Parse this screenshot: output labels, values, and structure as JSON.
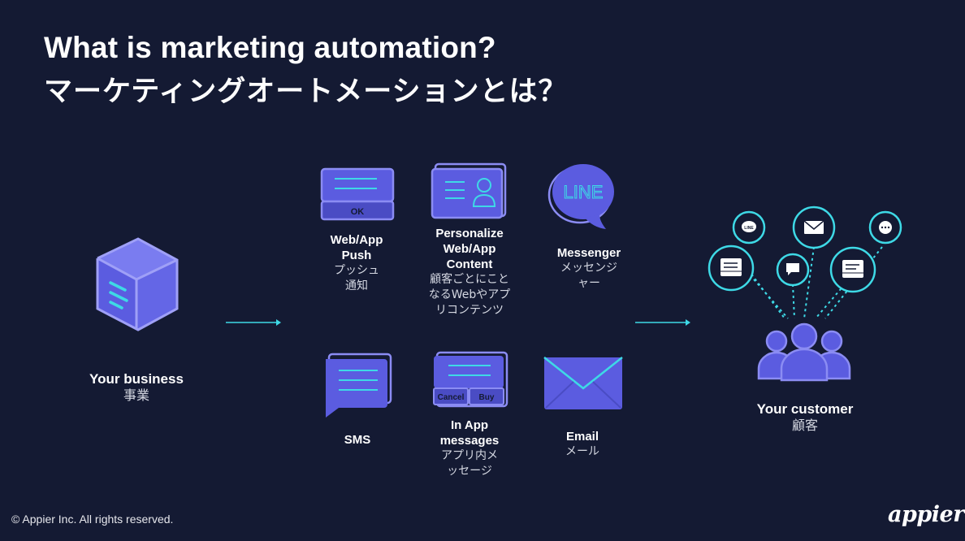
{
  "title": {
    "en": "What is marketing automation?",
    "ja": "マーケティングオートメーションとは？"
  },
  "business": {
    "en": "Your business",
    "ja": "事業"
  },
  "customer": {
    "en": "Your customer",
    "ja": "顧客"
  },
  "channels": {
    "push": {
      "en": "Web/App\nPush",
      "ja": "プッシュ\n通知",
      "button": "OK"
    },
    "personalize": {
      "en": "Personalize\nWeb/App\nContent",
      "ja": "顧客ごとにこと\nなるWebやアプ\nリコンテンツ"
    },
    "messenger": {
      "en": "Messenger",
      "ja": "メッセンジ\nャー",
      "logo_text": "LINE"
    },
    "sms": {
      "en": "SMS"
    },
    "inapp": {
      "en": "In App\nmessages",
      "ja": "アプリ内メ\nッセージ",
      "cancel": "Cancel",
      "buy": "Buy"
    },
    "email": {
      "en": "Email",
      "ja": "メール"
    }
  },
  "customer_bubbles": {
    "line": "LINE"
  },
  "footer": {
    "copyright": "© Appier Inc. All rights reserved.",
    "logo": "appier"
  },
  "colors": {
    "background": "#141a33",
    "purple": "#5b5ce0",
    "purple_light": "#8b8cf3",
    "cyan": "#3ed9e6"
  }
}
